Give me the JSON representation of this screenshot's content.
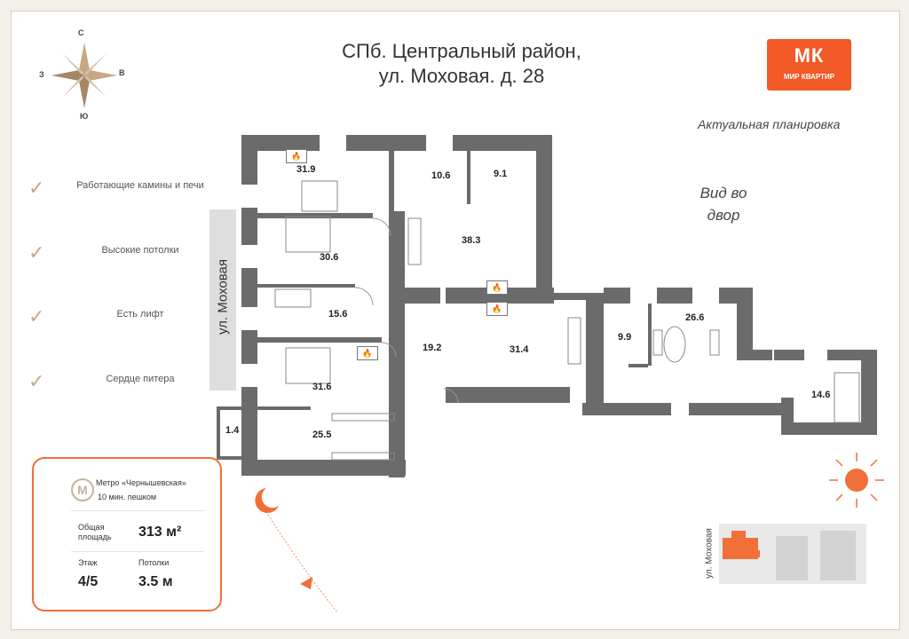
{
  "title": {
    "line1": "СПб. Центральный район,",
    "line2": "ул. Моховая. д. 28"
  },
  "logo": {
    "mark": "МК",
    "text": "МИР КВАРТИР",
    "color": "#f25a28"
  },
  "compass": {
    "north": "С",
    "south": "Ю",
    "west": "З",
    "east": "В",
    "icon": "compass-rose-icon"
  },
  "features": [
    {
      "label": "Работающие камины и печи"
    },
    {
      "label": "Высокие потолки"
    },
    {
      "label": "Есть лифт"
    },
    {
      "label": "Сердце питера"
    }
  ],
  "status_note": "Актуальная планировка",
  "view_note": "Вид во двор",
  "street_label": "ул. Моховая",
  "info": {
    "metro": "Метро «Чернышевская»",
    "walk": "10 мин. пешком",
    "area_label_1": "Общая",
    "area_label_2": "площадь",
    "area_value": "313 м²",
    "floor_label": "Этаж",
    "floor_value": "4/5",
    "ceiling_label": "Потолки",
    "ceiling_value": "3.5 м"
  },
  "rooms": [
    "31.9",
    "10.6",
    "9.1",
    "38.3",
    "30.6",
    "15.6",
    "19.2",
    "31.4",
    "31.6",
    "25.5",
    "1.4",
    "9.9",
    "26.6",
    "14.6"
  ],
  "colors": {
    "accent": "#f07038",
    "wall": "#6b6b6b",
    "beige": "#c8b49a"
  }
}
